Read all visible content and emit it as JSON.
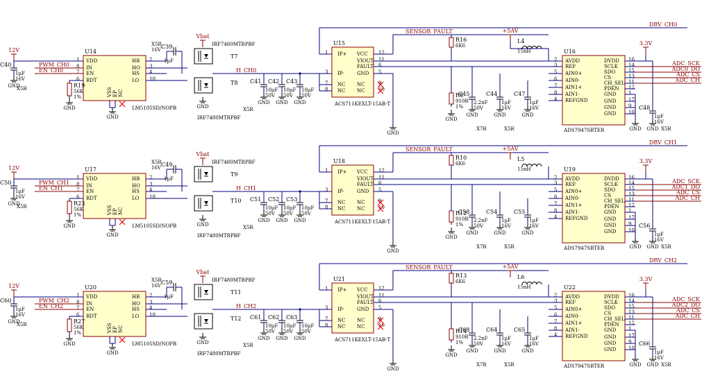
{
  "channels": [
    {
      "drv": "DRV_CH0",
      "pwm": "PWM_CH0",
      "en": "EN_CH0",
      "h": "H_CH0",
      "driver": {
        "ref": "U14",
        "part": "LM5105SD/NOPB"
      },
      "sensor": {
        "ref": "U15",
        "part": "ACS711KEXLT-15AB-T"
      },
      "adc": {
        "ref": "U16",
        "part": "ADS7947SRTER"
      },
      "fets": [
        "T7",
        "T8"
      ],
      "caps": {
        "vdd": "C40",
        "boot": "C39",
        "bus": [
          "C41",
          "C42",
          "C43"
        ],
        "filt": "C45",
        "ref": "C44",
        "ref2": "C47",
        "dvdd": "C48"
      },
      "res": {
        "rdt": "R19",
        "pull": "R16",
        "filt": "R8"
      },
      "ind": "L4",
      "sclk": "ADC_SCK",
      "sdo": "ADC0_DO",
      "cs": "ADC_CS",
      "ch": "ADC_CH"
    },
    {
      "drv": "DRV_CH1",
      "pwm": "PWM_CH1",
      "en": "EN_CH1",
      "h": "H_CH1",
      "driver": {
        "ref": "U17",
        "part": "LM5105SD/NOPB"
      },
      "sensor": {
        "ref": "U18",
        "part": "ACS711KEXLT-15AB-T"
      },
      "adc": {
        "ref": "U19",
        "part": "ADS7947SRTER"
      },
      "fets": [
        "T9",
        "T10"
      ],
      "caps": {
        "vdd": "C50",
        "boot": "C49",
        "bus": [
          "C51",
          "C52",
          "C53"
        ],
        "filt": "C58",
        "ref": "C54",
        "ref2": "C55",
        "dvdd": "C56"
      },
      "res": {
        "rdt": "R23",
        "pull": "R10",
        "filt": "R12"
      },
      "ind": "L5",
      "sclk": "ADC_SCK",
      "sdo": "ADC1_DO",
      "cs": "ADC_CS",
      "ch": "ADC_CH"
    },
    {
      "drv": "DRV_CH2",
      "pwm": "PWM_CH2",
      "en": "EN_CH2",
      "h": "H_CH2",
      "driver": {
        "ref": "U20",
        "part": "LM5105SD/NOPB"
      },
      "sensor": {
        "ref": "U21",
        "part": "ACS711KEXLT-15AB-T"
      },
      "adc": {
        "ref": "U22",
        "part": "ADS7947SRTER"
      },
      "fets": [
        "T11",
        "T12"
      ],
      "caps": {
        "vdd": "C60",
        "boot": "C59",
        "bus": [
          "C61",
          "C62",
          "C63"
        ],
        "filt": "C68",
        "ref": "C64",
        "ref2": "C65",
        "dvdd": "C66"
      },
      "res": {
        "rdt": "R27",
        "pull": "R13",
        "filt": "R14"
      },
      "ind": "L6",
      "sclk": "ADC_SCK",
      "sdo": "ADC2_DO",
      "cs": "ADC_CS",
      "ch": "ADC_CH"
    }
  ],
  "labels": {
    "v12": "12V",
    "vbat": "Vbat",
    "v5a": "+5AV",
    "v33": "3.3V",
    "gnd": "GND",
    "fault": "SENSOR_FAULT",
    "fet_part": "IRF7480MTRPBF",
    "c_1u": "1µF",
    "c_10u": "10µF",
    "c_2n2": "2.2nF",
    "v16": "16V",
    "v50": "50V",
    "x5r": "X5R",
    "x7r": "X7R",
    "r56k": "56K",
    "r6k6": "6K6",
    "r910": "910R",
    "pct": "1%",
    "l15n": "15nH",
    "drv_pins": [
      "VDD",
      "IN",
      "EN",
      "RDT",
      "HB",
      "HO",
      "HS",
      "LO",
      "VSS",
      "EP",
      "NC"
    ],
    "drv_nums": [
      "1",
      "8",
      "7",
      "6",
      "2",
      "3",
      "4",
      "10",
      "9",
      "11",
      "5"
    ],
    "sen_pins": [
      "IP+",
      "IP-",
      "NC",
      "NC",
      "VCC",
      "VIOUT",
      "FAULT",
      "GND",
      "NC",
      "NC"
    ],
    "sen_nums": [
      "1",
      "3",
      "7",
      "8",
      "12",
      "11",
      "6",
      "5",
      "9",
      "10"
    ],
    "adc_pins": [
      "AVDD",
      "REF",
      "AIN0+",
      "AIN0-",
      "AIN1+",
      "AIN1-",
      "REFGND",
      "DVDD",
      "SCLK",
      "SDO",
      "CS",
      "CH_SEL",
      "PDEN",
      "GND",
      "GND",
      "GND",
      "GND"
    ],
    "adc_nums": [
      "2",
      "3",
      "5",
      "6",
      "7",
      "8",
      "4",
      "16",
      "14",
      "15",
      "13",
      "11",
      "12",
      "1",
      "17",
      "9",
      "10"
    ]
  }
}
